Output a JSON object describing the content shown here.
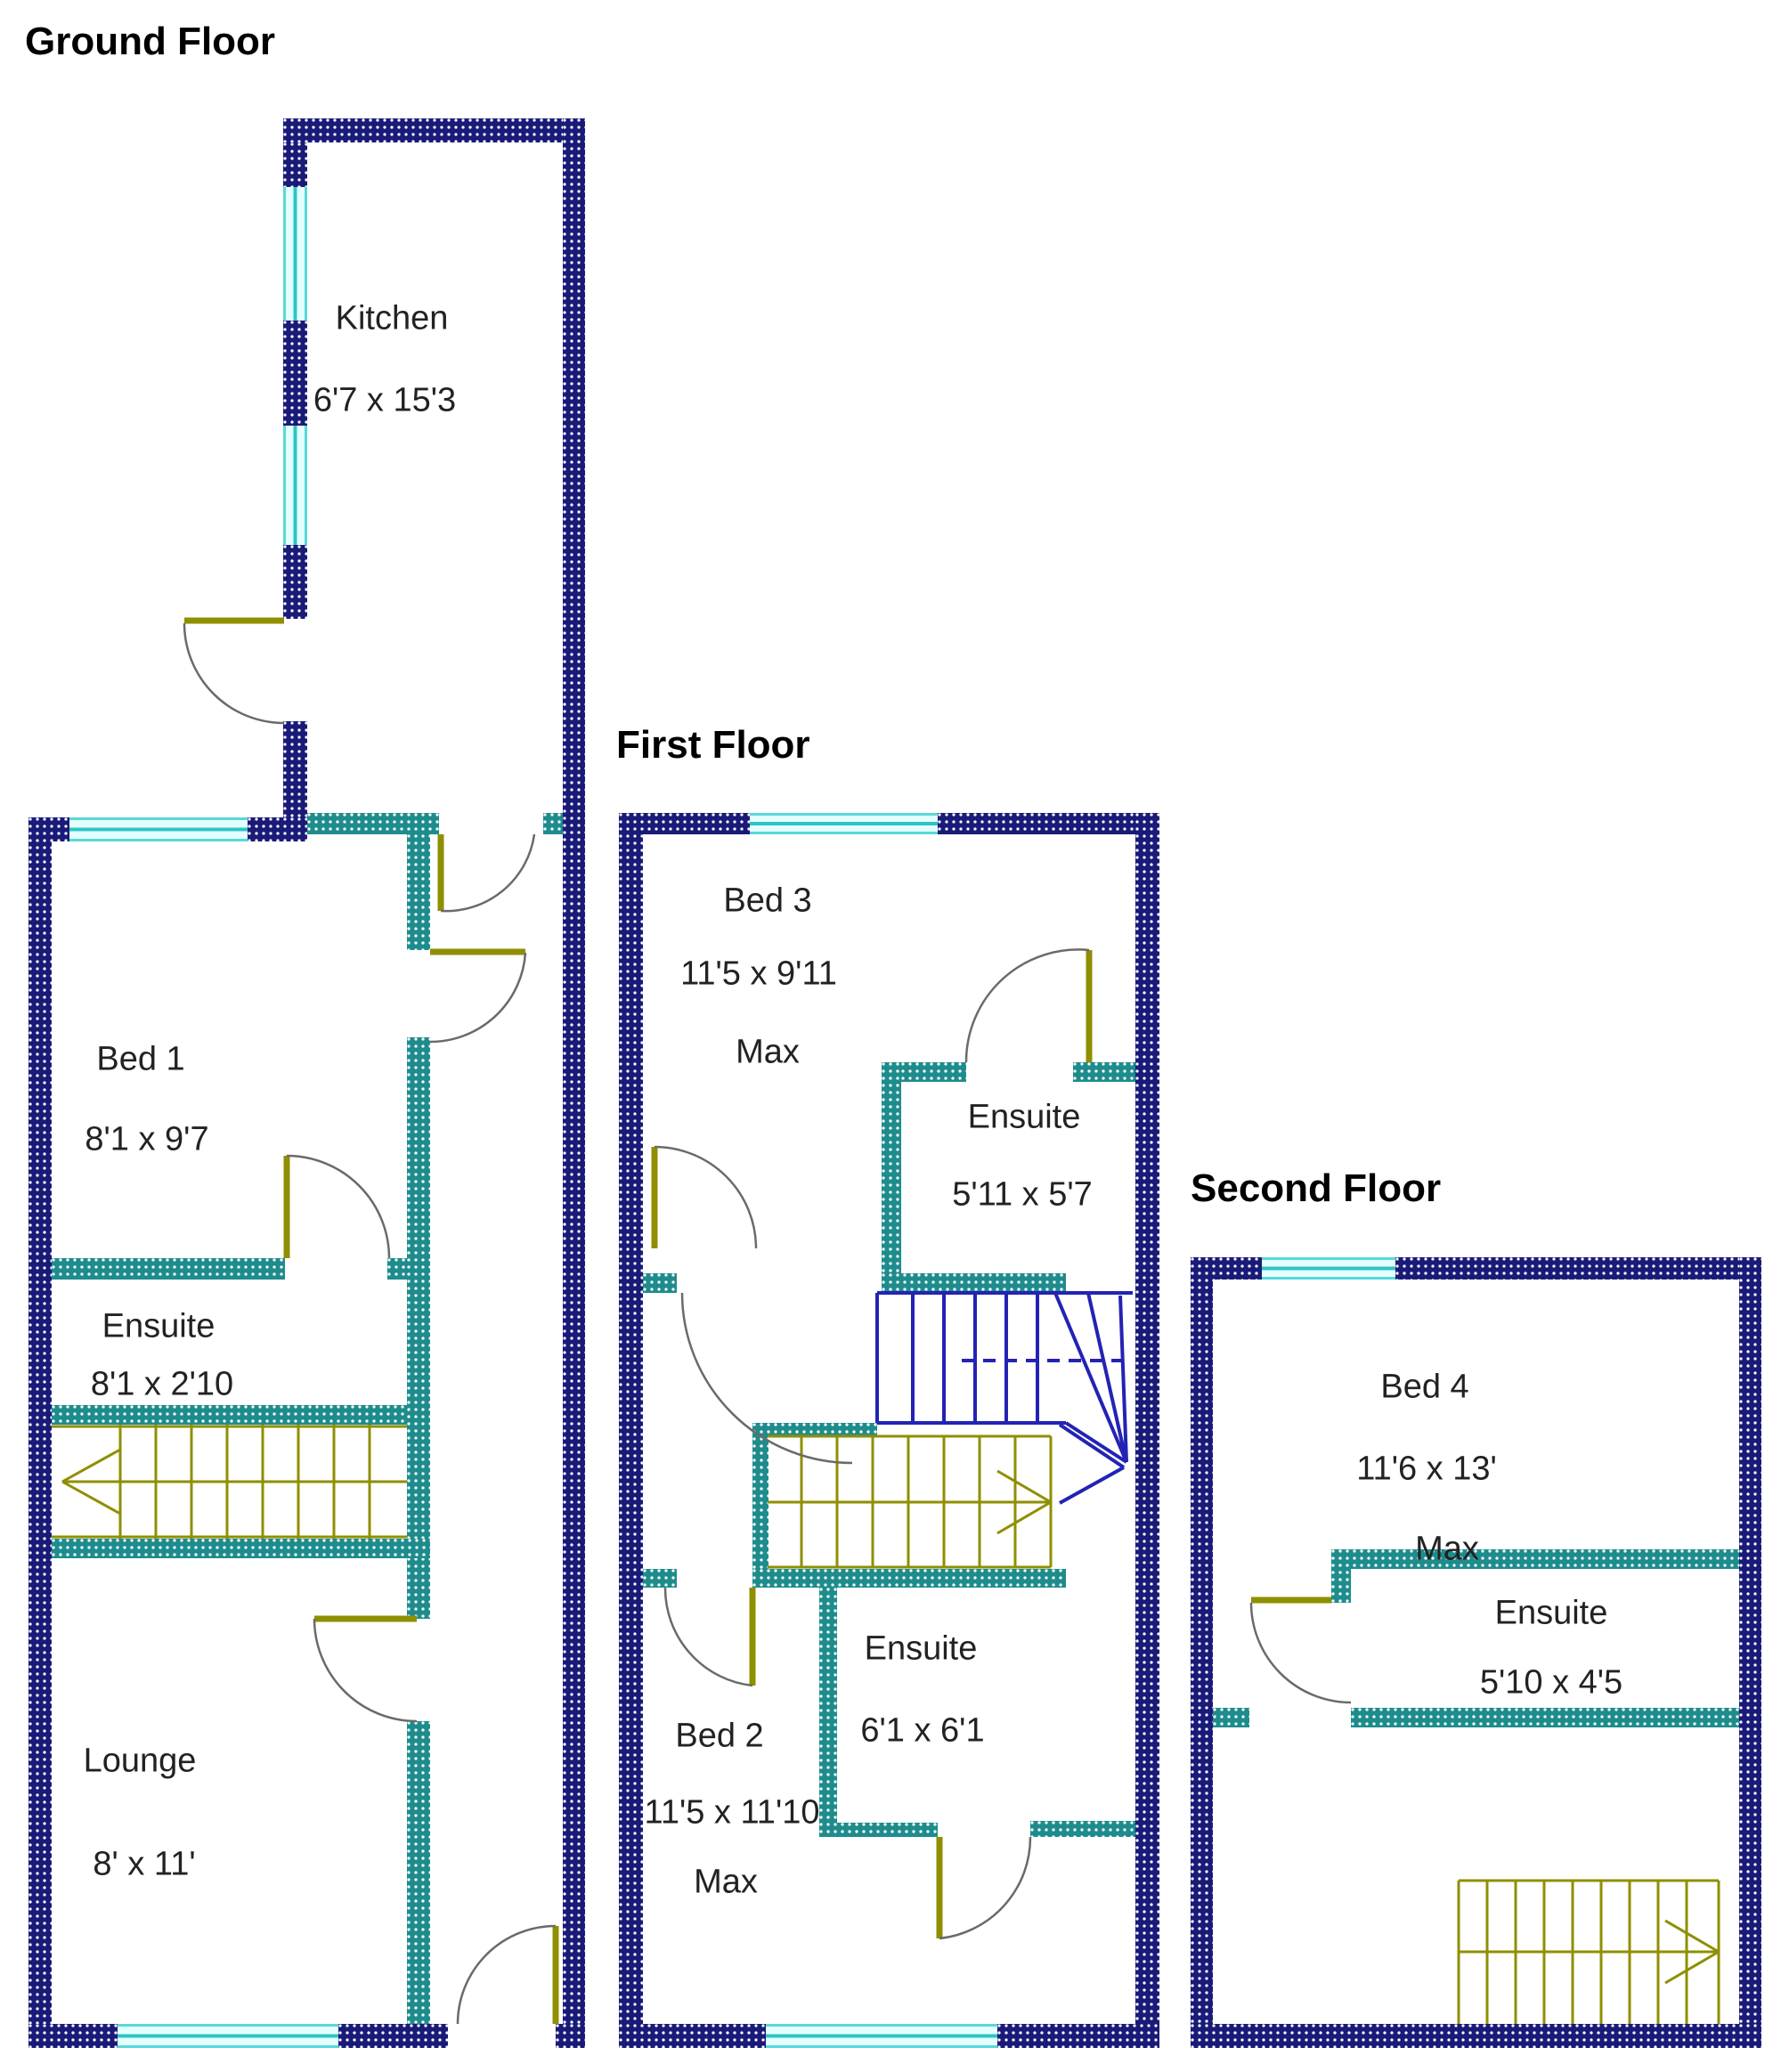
{
  "document": {
    "type": "floorplan",
    "background": "#ffffff"
  },
  "colors": {
    "outer_wall": "#1a1a78",
    "inner_wall": "#1e8c8c",
    "window_fill": "#e4ffff",
    "window_line": "#2fc4c4",
    "stairs_lower": "#8f8f00",
    "stairs_upper": "#2323b4",
    "door_panel": "#8f8f00",
    "door_arc": "#6a6a6a",
    "label_text": "#222222",
    "title_text": "#000000"
  },
  "floors": [
    {
      "title": "Ground Floor",
      "rooms": [
        {
          "name": "Kitchen",
          "dims": "6'7 x 15'3"
        },
        {
          "name": "Bed 1",
          "dims": "8'1 x 9'7"
        },
        {
          "name": "Ensuite",
          "dims": "8'1 x 2'10"
        },
        {
          "name": "Lounge",
          "dims": "8' x 11'"
        }
      ]
    },
    {
      "title": "First Floor",
      "rooms": [
        {
          "name": "Bed 3",
          "dims": "11'5 x 9'11",
          "note": "Max"
        },
        {
          "name": "Ensuite",
          "dims": "5'11 x 5'7"
        },
        {
          "name": "Bed 2",
          "dims": "11'5 x 11'10",
          "note": "Max"
        },
        {
          "name": "Ensuite",
          "dims": "6'1 x 6'1"
        }
      ]
    },
    {
      "title": "Second Floor",
      "rooms": [
        {
          "name": "Bed 4",
          "dims": "11'6 x 13'",
          "note": "Max"
        },
        {
          "name": "Ensuite",
          "dims": "5'10 x 4'5"
        }
      ]
    }
  ]
}
